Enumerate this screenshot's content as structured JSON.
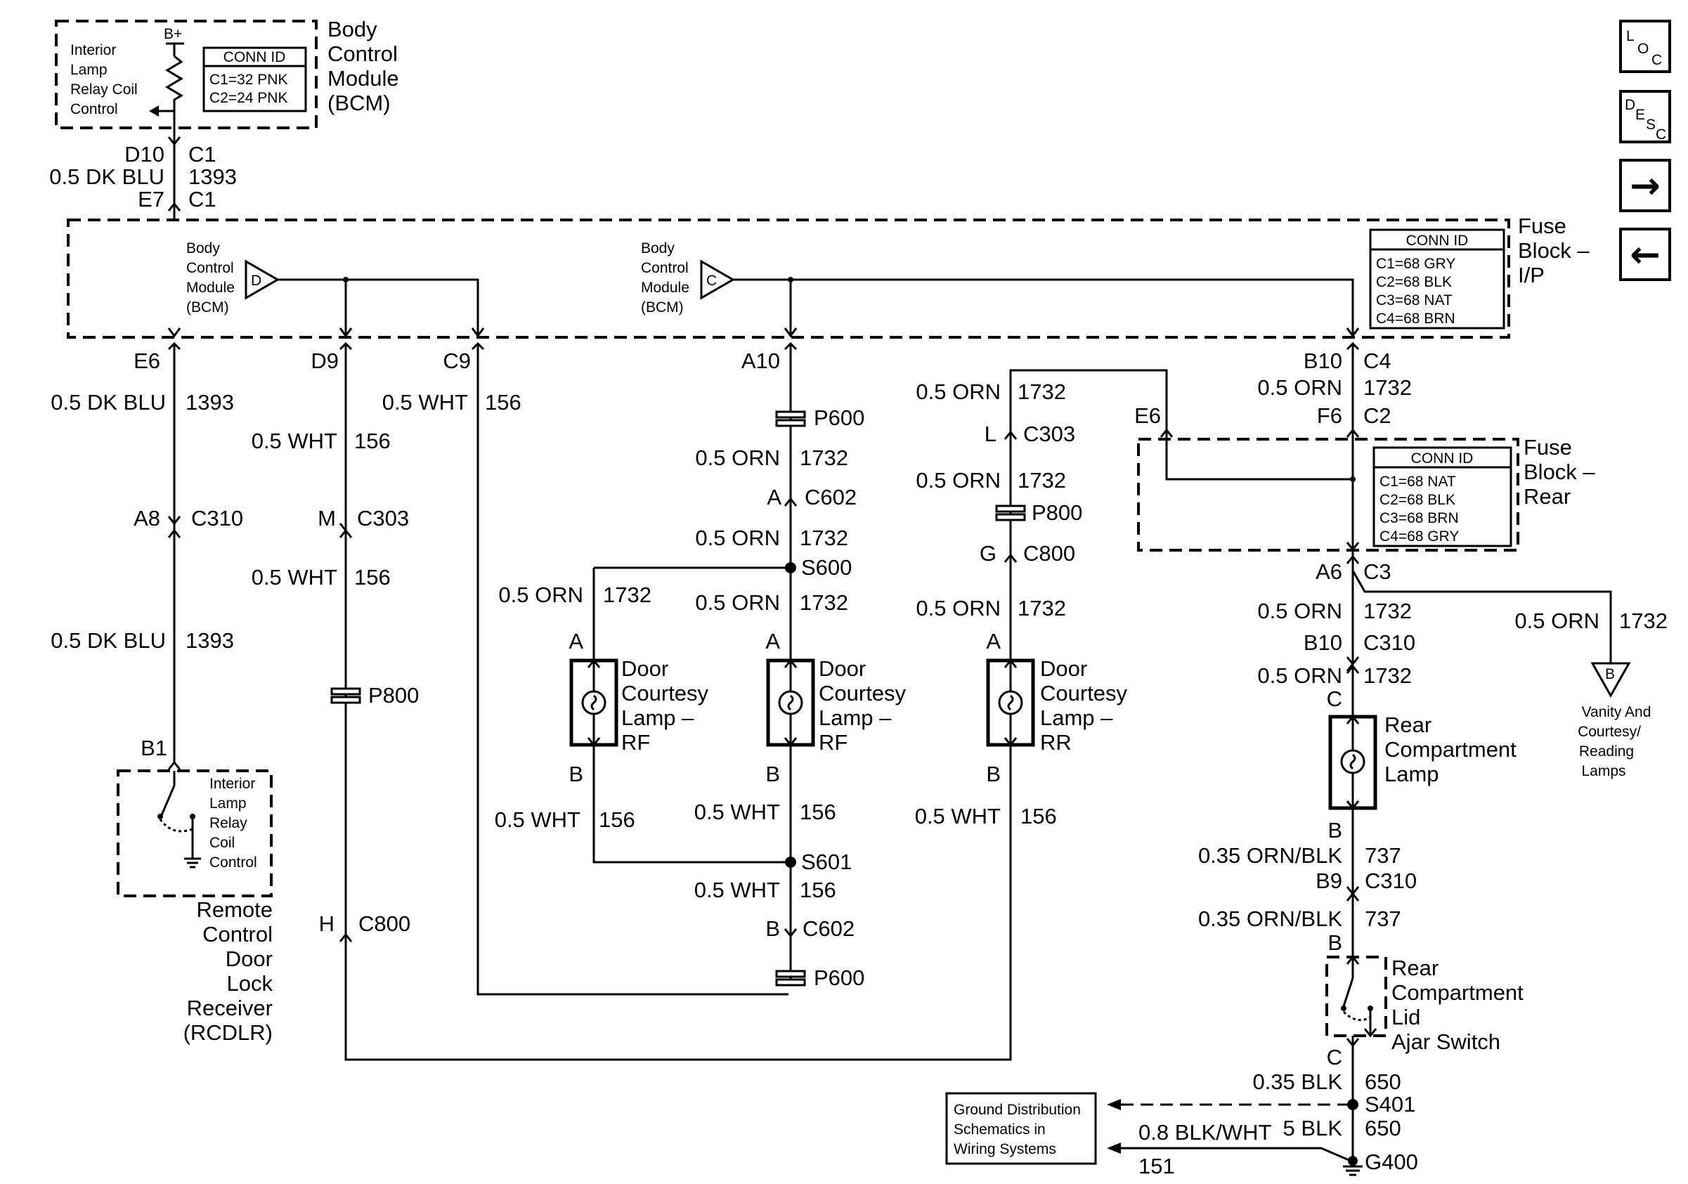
{
  "bcm_top": {
    "title": [
      "Body",
      "Control",
      "Module",
      "(BCM)"
    ],
    "bplus": "B+",
    "circuit": [
      "Interior",
      "Lamp",
      "Relay Coil",
      "Control"
    ],
    "conn_id": {
      "title": "CONN ID",
      "lines": [
        "C1=32 PNK",
        "C2=24 PNK"
      ]
    }
  },
  "feed": {
    "pin_top": "D10",
    "conn_top": "C1",
    "wire": "0.5 DK BLU",
    "circuit": "1393",
    "pin_bot": "E7",
    "conn_bot": "C1"
  },
  "fuse_ip": {
    "title": [
      "Fuse",
      "Block –",
      "I/P"
    ],
    "conn_id": {
      "title": "CONN ID",
      "lines": [
        "C1=68 GRY",
        "C2=68 BLK",
        "C3=68 NAT",
        "C4=68 BRN"
      ]
    },
    "bcm_ref_d": {
      "text": [
        "Body",
        "Control",
        "Module",
        "(BCM)"
      ],
      "letter": "D"
    },
    "bcm_ref_c": {
      "text": [
        "Body",
        "Control",
        "Module",
        "(BCM)"
      ],
      "letter": "C"
    }
  },
  "fuse_rear": {
    "title": [
      "Fuse",
      "Block –",
      "Rear"
    ],
    "conn_id": {
      "title": "CONN ID",
      "lines": [
        "C1=68 NAT",
        "C2=68 BLK",
        "C3=68 BRN",
        "C4=68 GRY"
      ]
    }
  },
  "col1": {
    "pin": "E6",
    "wire1": "0.5 DK BLU",
    "circ1": "1393",
    "pin2": "A8",
    "conn2": "C310",
    "wire2": "0.5 DK BLU",
    "circ2": "1393",
    "pin3": "B1"
  },
  "rcdlr": {
    "circuit": [
      "Interior",
      "Lamp",
      "Relay",
      "Coil",
      "Control"
    ],
    "title": [
      "Remote",
      "Control",
      "Door",
      "Lock",
      "Receiver",
      "(RCDLR)"
    ]
  },
  "col2": {
    "pin": "D9",
    "wire1": "0.5 WHT",
    "circ1": "156",
    "pin2": "M",
    "conn2": "C303",
    "wire2": "0.5 WHT",
    "circ2": "156",
    "splice": "P800",
    "pin3": "H",
    "conn3": "C800"
  },
  "col3": {
    "pin": "C9",
    "wire1": "0.5 WHT",
    "circ1": "156"
  },
  "col4": {
    "pin": "A10",
    "p600": "P600",
    "wire1": "0.5 ORN",
    "circ1": "1732",
    "pinA": "A",
    "c602": "C602",
    "wire2": "0.5 ORN",
    "circ2": "1732",
    "s600": "S600",
    "wire3": "0.5 ORN",
    "circ3": "1732",
    "lampA": "A",
    "lampB": "B",
    "lamp": [
      "Door",
      "Courtesy",
      "Lamp –",
      "RF"
    ],
    "wire4": "0.5 WHT",
    "circ4": "156",
    "s601": "S601",
    "wire5": "0.5 WHT",
    "circ5": "156",
    "pinB": "B",
    "c602b": "C602",
    "p600b": "P600"
  },
  "col3b": {
    "wire1": "0.5 ORN",
    "circ1": "1732",
    "lampA": "A",
    "lampB": "B",
    "lamp": [
      "Door",
      "Courtesy",
      "Lamp –",
      "RF"
    ],
    "wire2": "0.5 WHT",
    "circ2": "156"
  },
  "col5": {
    "wire1": "0.5 ORN",
    "circ1": "1732",
    "pinL": "L",
    "c303": "C303",
    "wire2": "0.5 ORN",
    "circ2": "1732",
    "p800": "P800",
    "pinG": "G",
    "c800": "C800",
    "wire3": "0.5 ORN",
    "circ3": "1732",
    "lampA": "A",
    "lamp": [
      "Door",
      "Courtesy",
      "Lamp –",
      "RR"
    ],
    "lampB": "B",
    "wire4": "0.5 WHT",
    "circ4": "156"
  },
  "col6": {
    "b10": "B10",
    "c4": "C4",
    "wire1": "0.5 ORN",
    "circ1": "1732",
    "f6": "F6",
    "c2": "C2",
    "e6": "E6",
    "a6": "A6",
    "c3": "C3",
    "wire2": "0.5 ORN",
    "circ2": "1732",
    "b10b": "B10",
    "c310": "C310",
    "wire3": "0.5 ORN",
    "circ3": "1732",
    "lampC": "C",
    "lamp": [
      "Rear",
      "Compartment",
      "Lamp"
    ],
    "lampB": "B",
    "wire4": "0.35 ORN/BLK",
    "circ4": "737",
    "b9": "B9",
    "c310b": "C310",
    "wire5": "0.35 ORN/BLK",
    "circ5": "737",
    "swB": "B",
    "switch": [
      "Rear",
      "Compartment",
      "Lid",
      "Ajar Switch"
    ],
    "swC": "C",
    "wire6": "0.35 BLK",
    "circ6": "650",
    "s401": "S401",
    "wire7": "5 BLK",
    "circ7": "650",
    "g400": "G400"
  },
  "vanity": {
    "wire": "0.5 ORN",
    "circ": "1732",
    "letter": "B",
    "text": [
      "Vanity And",
      "Courtesy/",
      "Reading",
      "Lamps"
    ]
  },
  "ground_ref": {
    "text": [
      "Ground Distribution",
      "Schematics in",
      "Wiring Systems"
    ],
    "wire": "0.8 BLK/WHT",
    "circ": "151"
  },
  "nav": {
    "loc": [
      "L",
      "O",
      "C"
    ],
    "desc": [
      "D",
      "E",
      "S",
      "C"
    ],
    "next": "→",
    "prev": "←"
  }
}
